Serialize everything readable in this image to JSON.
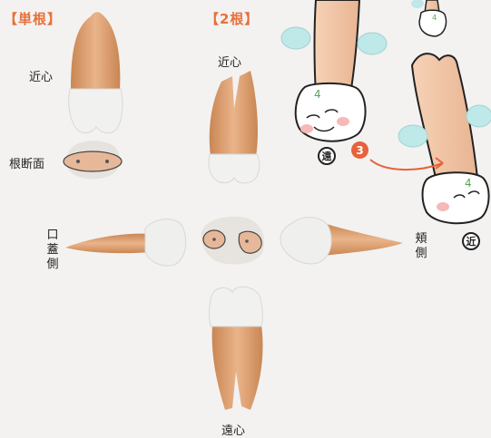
{
  "headings": {
    "single_root": "【単根】",
    "two_root": "【2根】"
  },
  "labels": {
    "mesial_single": "近心",
    "root_section": "根断面",
    "lingual": "口蓋側",
    "mesial_two": "近心",
    "buccal": "頬側",
    "distal": "遠心"
  },
  "characters": {
    "distal_badge": "遠",
    "mesial_badge": "近",
    "step_number": "3",
    "tooth_number": "4"
  },
  "colors": {
    "accent": "#e8703a",
    "step": "#e8613c",
    "root": "#e0a272",
    "crown": "#f4f4f4",
    "wing": "#bfe8e8"
  }
}
